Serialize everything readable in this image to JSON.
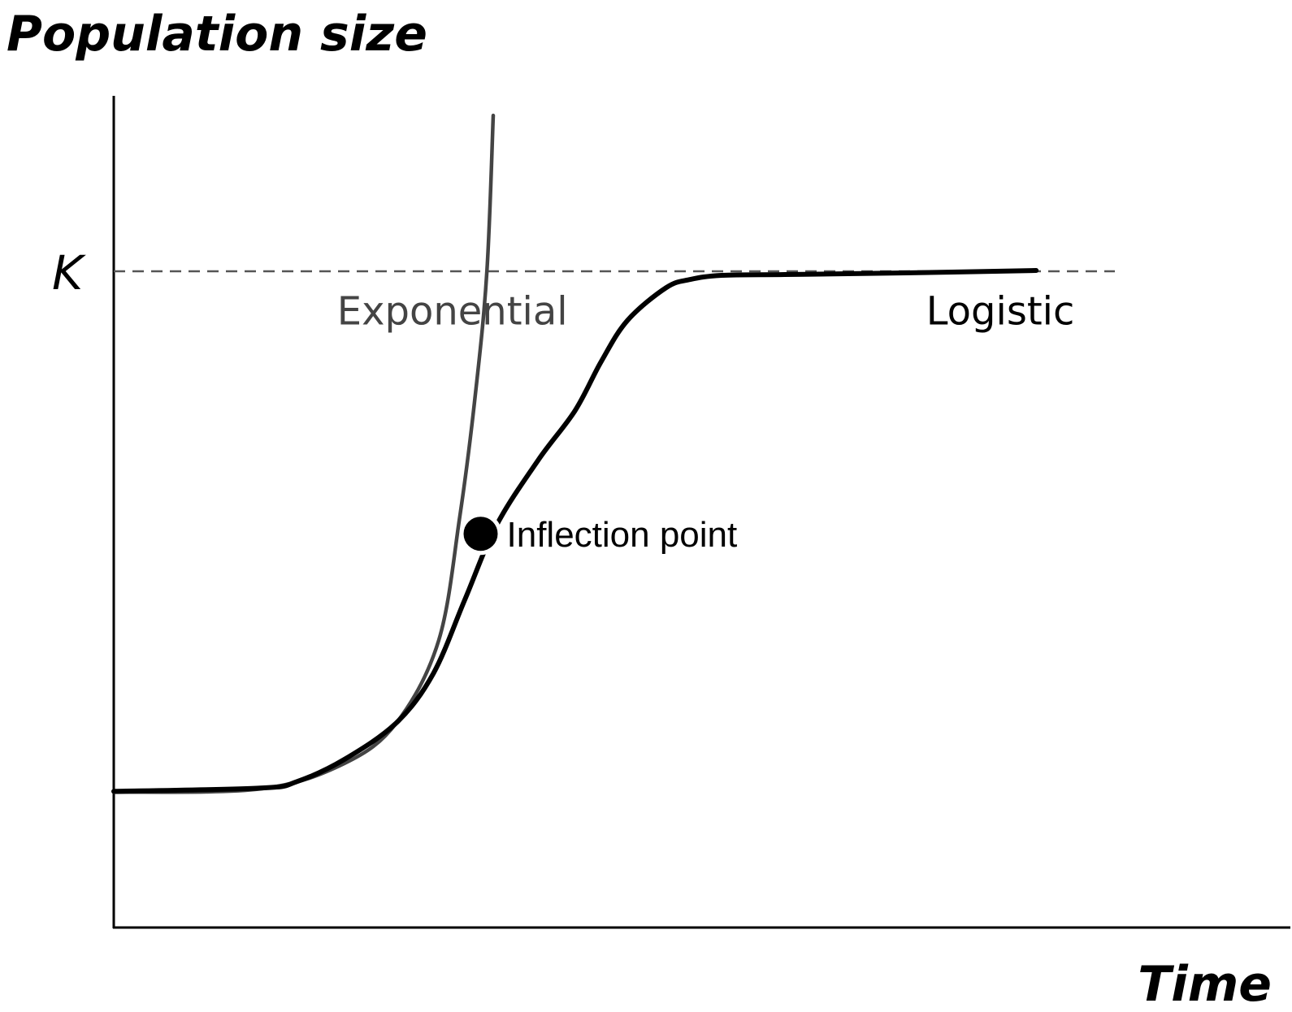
{
  "chart_data": {
    "type": "line",
    "title": "",
    "ylabel": "Population size",
    "xlabel": "Time",
    "grid": false,
    "legend": "none",
    "xlim": [
      0,
      100
    ],
    "ylim": [
      0,
      100
    ],
    "reference_lines": [
      {
        "name": "K",
        "label": "K",
        "y": 80,
        "style": "dashed",
        "color": "#555555"
      }
    ],
    "series": [
      {
        "name": "Exponential",
        "label": "Exponential",
        "color": "#444444",
        "x": [
          0,
          14,
          22,
          27,
          31,
          33,
          34.5,
          35.6,
          36.2
        ],
        "y": [
          16.5,
          16.9,
          20,
          25,
          35,
          50,
          65,
          80,
          99
        ]
      },
      {
        "name": "Logistic",
        "label": "Logistic",
        "color": "#000000",
        "x": [
          0,
          14,
          17.5,
          22,
          27,
          30.5,
          33.5,
          36.5,
          40.5,
          44,
          46.5,
          49,
          52.7,
          55,
          58,
          64,
          70,
          80,
          88
        ],
        "y": [
          16.6,
          17,
          17.8,
          20.5,
          25,
          31,
          40,
          49,
          57,
          63,
          69,
          74,
          78,
          79,
          79.5,
          79.6,
          79.7,
          79.9,
          80.1
        ]
      }
    ],
    "annotations": [
      {
        "name": "inflection-point",
        "label": "Inflection point",
        "x": 35,
        "y": 48
      }
    ],
    "label_positions": {
      "Exponential": {
        "x": 21.3,
        "y": 73.5
      },
      "Logistic": {
        "x": 77.5,
        "y": 73.5
      }
    }
  }
}
